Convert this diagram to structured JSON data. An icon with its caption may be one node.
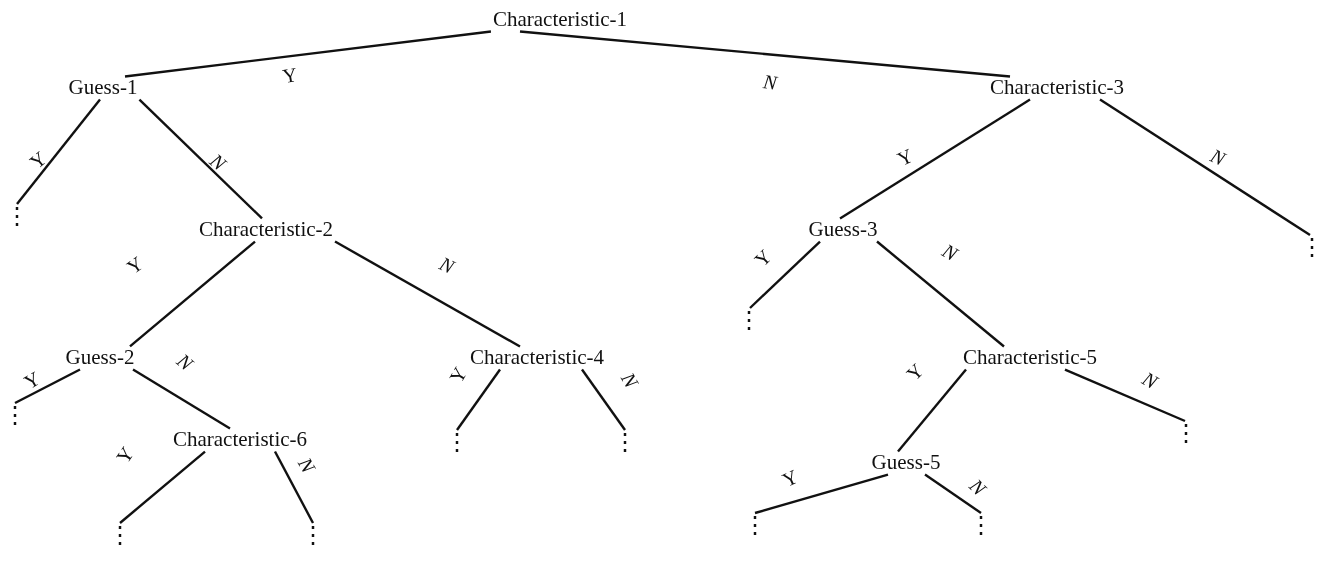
{
  "diagram": {
    "nodes": [
      {
        "text": [
          "Characteristic-1"
        ]
      },
      {
        "text": [
          "Guess-1"
        ]
      },
      {
        "text": [
          "Characteristic-3"
        ]
      },
      {
        "text": [
          "⋮"
        ]
      },
      {
        "text": [
          "Characteristic-2"
        ]
      },
      {
        "text": [
          "Guess-3"
        ]
      },
      {
        "text": [
          "⋮"
        ]
      },
      {
        "text": [
          "⋮"
        ]
      },
      {
        "text": [
          "Guess-2"
        ]
      },
      {
        "text": [
          "Characteristic-4"
        ]
      },
      {
        "text": [
          "Characteristic-5"
        ]
      },
      {
        "text": [
          "⋮"
        ]
      },
      {
        "text": [
          "Characteristic-6"
        ]
      },
      {
        "text": [
          "⋮"
        ]
      },
      {
        "text": [
          "⋮"
        ]
      },
      {
        "text": [
          "⋮"
        ]
      },
      {
        "text": [
          "Guess-5"
        ]
      },
      {
        "text": [
          "⋮"
        ]
      },
      {
        "text": [
          "⋮"
        ]
      },
      {
        "text": [
          "⋮"
        ]
      },
      {
        "text": [
          "⋮"
        ]
      }
    ],
    "edges": [
      {
        "from": 0,
        "to": 1,
        "arrow": "none",
        "label": "Y"
      },
      {
        "from": 0,
        "to": 2,
        "arrow": "none",
        "label": "N"
      },
      {
        "from": 1,
        "to": 3,
        "arrow": "none",
        "label": "Y"
      },
      {
        "from": 1,
        "to": 4,
        "arrow": "none",
        "label": "N"
      },
      {
        "from": 2,
        "to": 5,
        "arrow": "none",
        "label": "Y"
      },
      {
        "from": 2,
        "to": 6,
        "arrow": "none",
        "label": "N"
      },
      {
        "from": 4,
        "to": 8,
        "arrow": "none",
        "label": "Y"
      },
      {
        "from": 4,
        "to": 9,
        "arrow": "none",
        "label": "N"
      },
      {
        "from": 5,
        "to": 7,
        "arrow": "none",
        "label": "Y"
      },
      {
        "from": 5,
        "to": 10,
        "arrow": "none",
        "label": "N"
      },
      {
        "from": 8,
        "to": 11,
        "arrow": "none",
        "label": "Y"
      },
      {
        "from": 8,
        "to": 12,
        "arrow": "none",
        "label": "N"
      },
      {
        "from": 9,
        "to": 13,
        "arrow": "none",
        "label": "Y"
      },
      {
        "from": 9,
        "to": 14,
        "arrow": "none",
        "label": "N"
      },
      {
        "from": 10,
        "to": 16,
        "arrow": "none",
        "label": "Y"
      },
      {
        "from": 10,
        "to": 15,
        "arrow": "none",
        "label": "N"
      },
      {
        "from": 12,
        "to": 17,
        "arrow": "none",
        "label": "Y"
      },
      {
        "from": 12,
        "to": 18,
        "arrow": "none",
        "label": "N"
      },
      {
        "from": 16,
        "to": 19,
        "arrow": "none",
        "label": "Y"
      },
      {
        "from": 16,
        "to": 20,
        "arrow": "none",
        "label": "N"
      }
    ]
  }
}
